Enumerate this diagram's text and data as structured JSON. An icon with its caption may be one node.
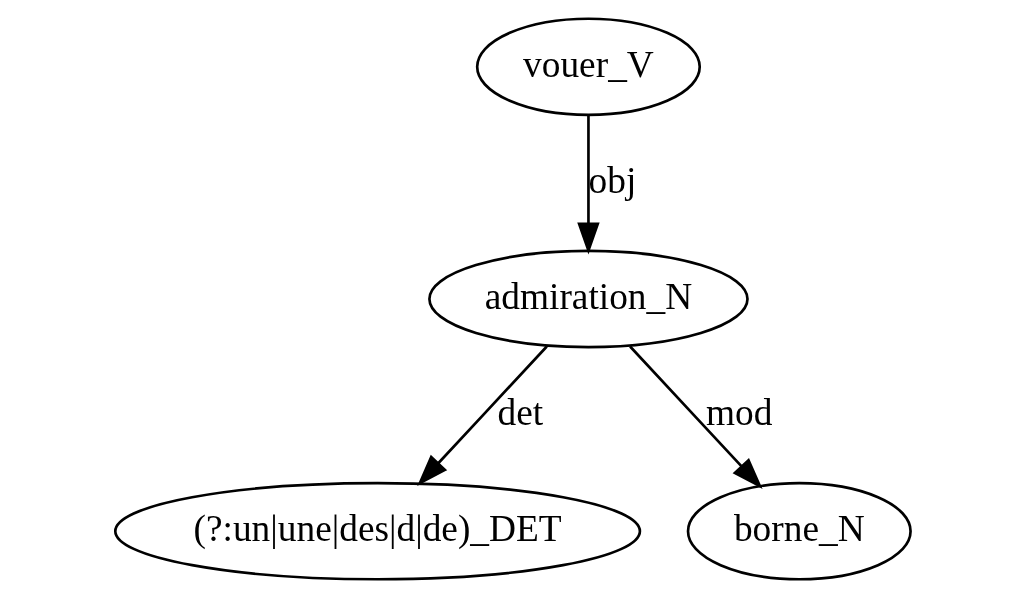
{
  "diagram": {
    "nodes": [
      {
        "text": [
          "vouer_V"
        ]
      },
      {
        "text": [
          "admiration_N"
        ]
      },
      {
        "text": [
          "(?:un|une|des|d|de)_DET"
        ]
      },
      {
        "text": [
          "borne_N"
        ]
      }
    ],
    "edges": [
      {
        "from": 0,
        "to": 1,
        "arrow": "to",
        "label": "obj"
      },
      {
        "from": 1,
        "to": 2,
        "arrow": "to",
        "label": "det"
      },
      {
        "from": 1,
        "to": 3,
        "arrow": "to",
        "label": "mod"
      }
    ]
  }
}
